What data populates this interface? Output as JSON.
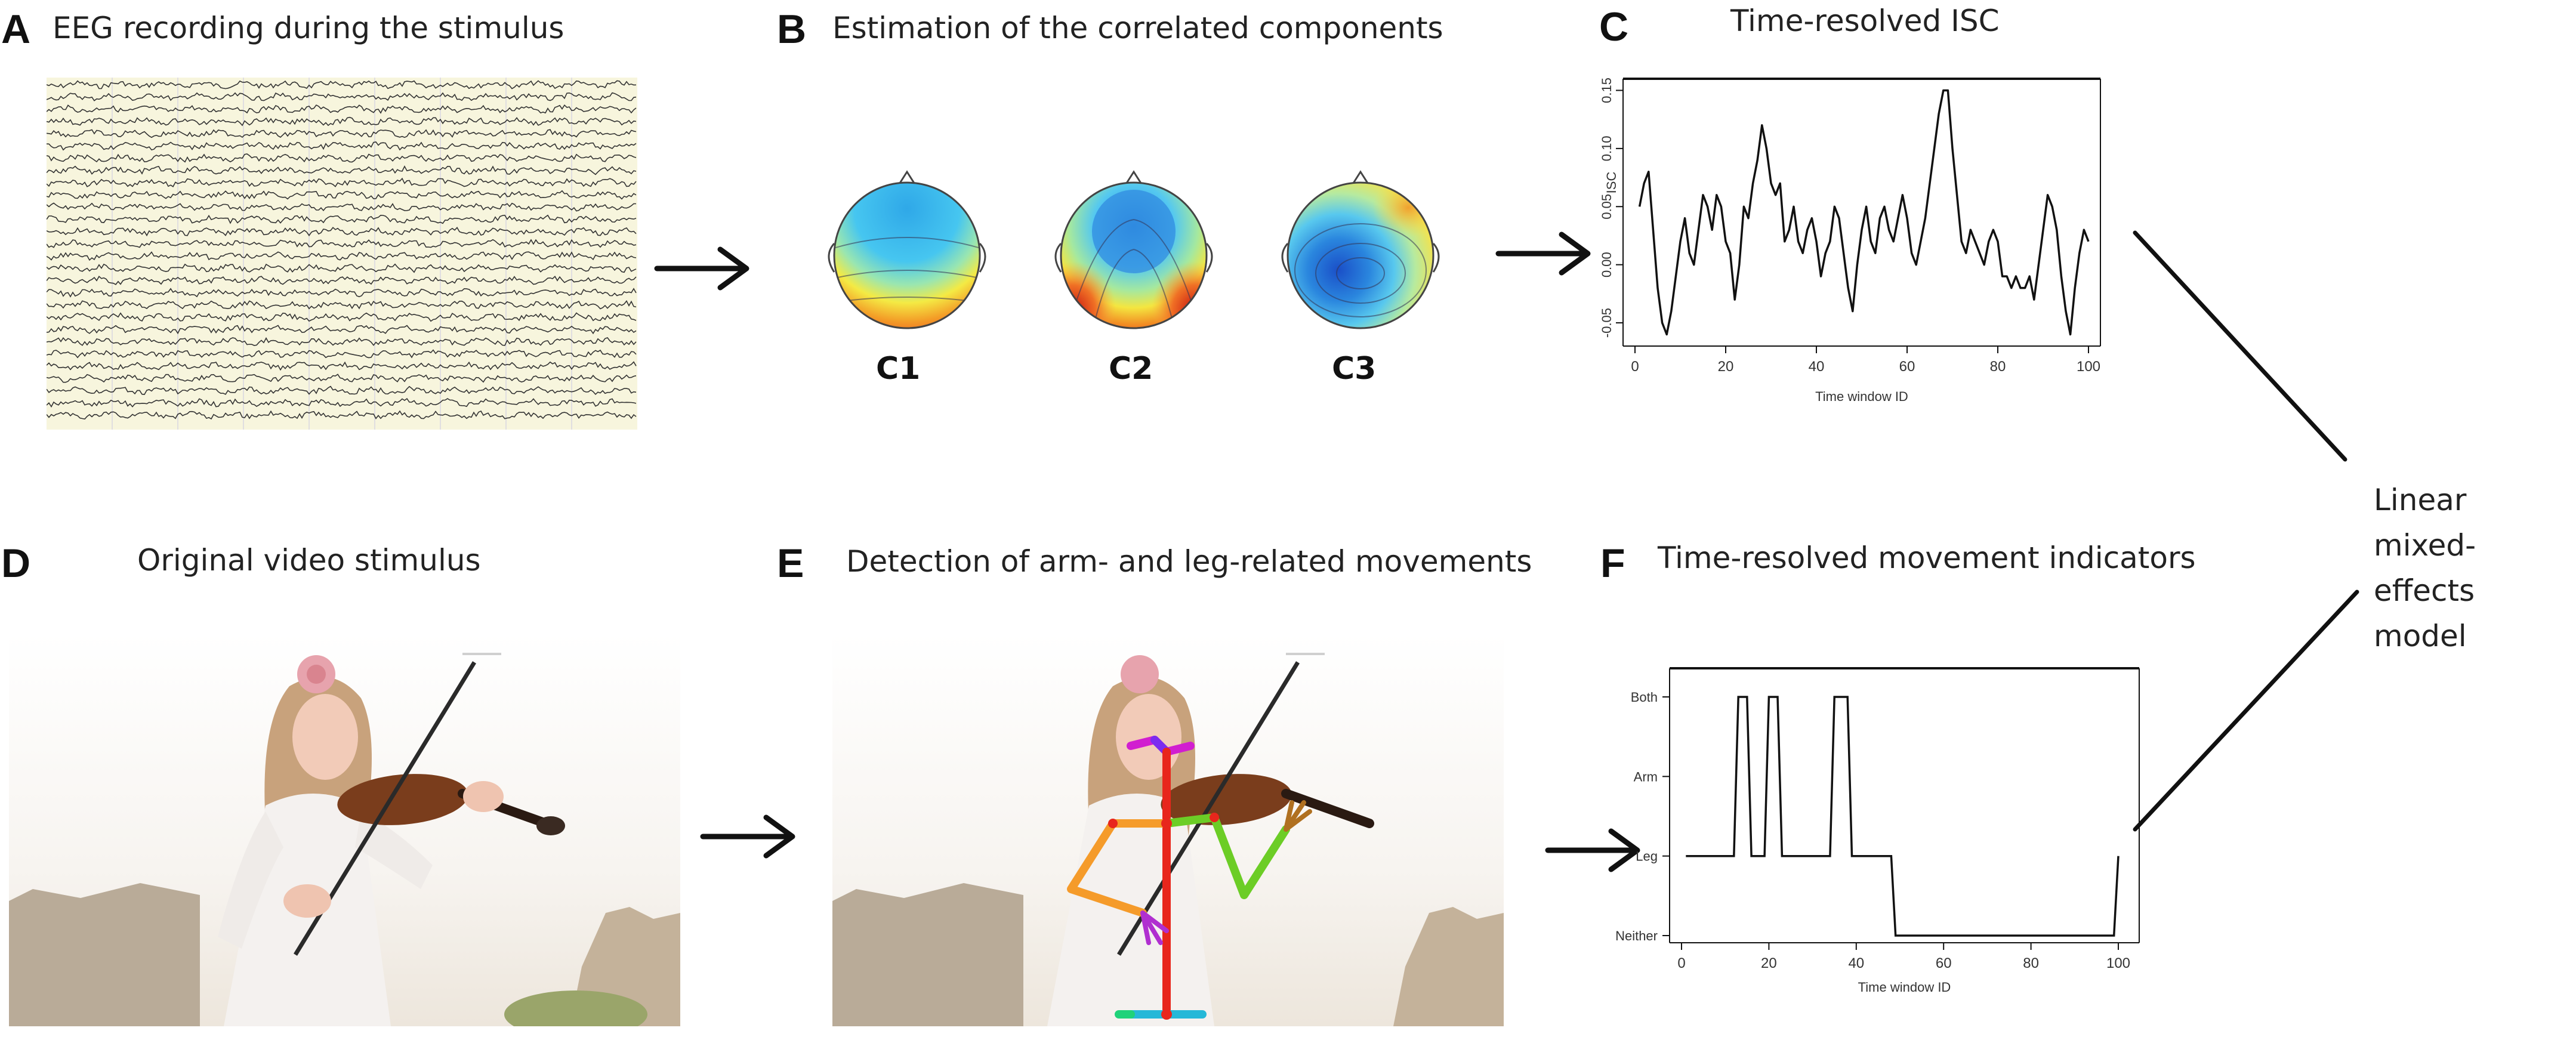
{
  "panels": {
    "A": {
      "letter": "A",
      "title": "EEG recording during the stimulus"
    },
    "B": {
      "letter": "B",
      "title": "Estimation of the correlated components",
      "components": [
        "C1",
        "C2",
        "C3"
      ]
    },
    "C": {
      "letter": "C",
      "title": "Time-resolved ISC"
    },
    "D": {
      "letter": "D",
      "title": "Original video stimulus"
    },
    "E": {
      "letter": "E",
      "title": "Detection of arm- and leg-related movements"
    },
    "F": {
      "letter": "F",
      "title": "Time-resolved movement indicators"
    }
  },
  "model": {
    "line1": "Linear mixed-",
    "line2": "effects model"
  },
  "chart_data": [
    {
      "id": "isc",
      "type": "line",
      "xlabel": "Time window ID",
      "ylabel": "ISC",
      "xlim": [
        0,
        100
      ],
      "ylim": [
        -0.07,
        0.16
      ],
      "x_ticks": [
        "0",
        "20",
        "40",
        "60",
        "80",
        "100"
      ],
      "y_ticks": [
        "-0.05",
        "0.00",
        "0.05",
        "0.10",
        "0.15"
      ],
      "x": [
        1,
        2,
        3,
        4,
        5,
        6,
        7,
        8,
        9,
        10,
        11,
        12,
        13,
        14,
        15,
        16,
        17,
        18,
        19,
        20,
        21,
        22,
        23,
        24,
        25,
        26,
        27,
        28,
        29,
        30,
        31,
        32,
        33,
        34,
        35,
        36,
        37,
        38,
        39,
        40,
        41,
        42,
        43,
        44,
        45,
        46,
        47,
        48,
        49,
        50,
        51,
        52,
        53,
        54,
        55,
        56,
        57,
        58,
        59,
        60,
        61,
        62,
        63,
        64,
        65,
        66,
        67,
        68,
        69,
        70,
        71,
        72,
        73,
        74,
        75,
        76,
        77,
        78,
        79,
        80,
        81,
        82,
        83,
        84,
        85,
        86,
        87,
        88,
        89,
        90,
        91,
        92,
        93,
        94,
        95,
        96,
        97,
        98,
        99,
        100
      ],
      "y": [
        0.05,
        0.07,
        0.08,
        0.03,
        -0.02,
        -0.05,
        -0.06,
        -0.04,
        -0.01,
        0.02,
        0.04,
        0.01,
        0.0,
        0.03,
        0.06,
        0.05,
        0.03,
        0.06,
        0.05,
        0.02,
        0.01,
        -0.03,
        0.0,
        0.05,
        0.04,
        0.07,
        0.09,
        0.12,
        0.1,
        0.07,
        0.06,
        0.07,
        0.02,
        0.03,
        0.05,
        0.02,
        0.01,
        0.03,
        0.04,
        0.02,
        -0.01,
        0.01,
        0.02,
        0.05,
        0.04,
        0.01,
        -0.02,
        -0.04,
        0.0,
        0.03,
        0.05,
        0.02,
        0.01,
        0.04,
        0.05,
        0.03,
        0.02,
        0.04,
        0.06,
        0.04,
        0.01,
        0.0,
        0.02,
        0.04,
        0.07,
        0.1,
        0.13,
        0.15,
        0.15,
        0.1,
        0.06,
        0.02,
        0.01,
        0.03,
        0.02,
        0.01,
        0.0,
        0.02,
        0.03,
        0.02,
        -0.01,
        -0.01,
        -0.02,
        -0.01,
        -0.02,
        -0.02,
        -0.01,
        -0.03,
        0.0,
        0.03,
        0.06,
        0.05,
        0.03,
        -0.01,
        -0.04,
        -0.06,
        -0.02,
        0.01,
        0.03,
        0.02
      ]
    },
    {
      "id": "movement",
      "type": "line",
      "xlabel": "Time window ID",
      "xlim": [
        0,
        100
      ],
      "categories": [
        "Neither",
        "Leg",
        "Arm",
        "Both"
      ],
      "x_ticks": [
        "0",
        "20",
        "40",
        "60",
        "80",
        "100"
      ],
      "x": [
        1,
        11,
        12,
        13,
        14,
        15,
        16,
        17,
        18,
        19,
        20,
        21,
        22,
        23,
        24,
        25,
        26,
        27,
        28,
        29,
        30,
        31,
        32,
        33,
        34,
        35,
        36,
        37,
        38,
        39,
        40,
        41,
        42,
        43,
        44,
        45,
        46,
        47,
        48,
        49,
        50,
        55,
        60,
        65,
        70,
        75,
        80,
        85,
        90,
        95,
        98,
        99,
        100
      ],
      "y": [
        1,
        1,
        1,
        3,
        3,
        3,
        1,
        1,
        1,
        1,
        3,
        3,
        3,
        1,
        1,
        1,
        1,
        1,
        1,
        1,
        1,
        1,
        1,
        1,
        1,
        3,
        3,
        3,
        3,
        1,
        1,
        1,
        1,
        1,
        1,
        1,
        1,
        1,
        1,
        0,
        0,
        0,
        0,
        0,
        0,
        0,
        0,
        0,
        0,
        0,
        0,
        0,
        1
      ]
    }
  ]
}
